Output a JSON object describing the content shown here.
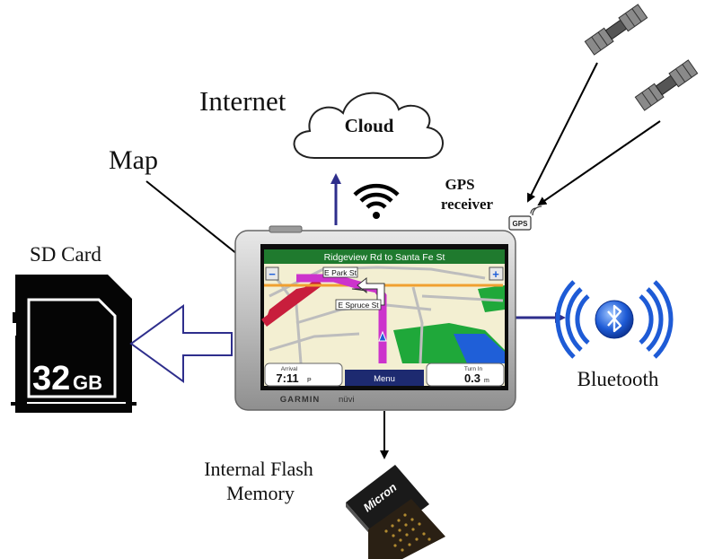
{
  "labels": {
    "internet": "Internet",
    "cloud": "Cloud",
    "map": "Map",
    "gps_line1": "GPS",
    "gps_line2": "receiver",
    "gps_chip": "GPS",
    "sd_card": "SD Card",
    "sd_capacity_num": "32",
    "sd_capacity_unit": "GB",
    "bluetooth": "Bluetooth",
    "flash_line1": "Internal Flash",
    "flash_line2": "Memory",
    "chip_brand": "Micron"
  },
  "device": {
    "brand": "GARMIN",
    "model": "nüvi",
    "nav_banner": "Ridgeview Rd to Santa Fe St",
    "street1": "E Park St",
    "street2": "E Spruce St",
    "arrival_label": "Arrival",
    "arrival_value": "7:11",
    "arrival_suffix": "P",
    "menu_label": "Menu",
    "turn_label": "Turn In",
    "turn_value": "0.3",
    "turn_unit": "m",
    "zoom_out": "−",
    "zoom_in": "+"
  },
  "colors": {
    "arrow_blue": "#2e2e8c",
    "banner_green": "#1f7a2e",
    "route_magenta": "#cc33cc",
    "map_bg": "#f3efd2",
    "road_red": "#c81e3c",
    "water_blue": "#1f5fd8",
    "park_green": "#1fa83a",
    "bluetooth_blue": "#1e5bd6"
  }
}
